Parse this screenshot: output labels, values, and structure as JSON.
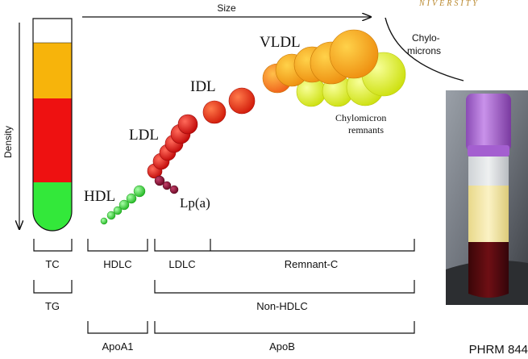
{
  "axes": {
    "size_label": "Size",
    "density_label": "Density"
  },
  "tube": {
    "segments": [
      {
        "name": "top-empty",
        "color": "#ffffff"
      },
      {
        "name": "orange-band",
        "color": "#f7b40b"
      },
      {
        "name": "red-band",
        "color": "#ee1111"
      },
      {
        "name": "green-band",
        "color": "#33e83a"
      }
    ]
  },
  "particles": {
    "hdl": {
      "label": "HDL",
      "color": "#3ad23a"
    },
    "lpa": {
      "label": "Lp(a)",
      "color": "#8e1034"
    },
    "ldl": {
      "label": "LDL",
      "color": "#e01010"
    },
    "idl": {
      "label": "IDL",
      "color": "#ea3010"
    },
    "vldl": {
      "label": "VLDL",
      "color": "#f4a81a"
    },
    "chylomicron_remnants": {
      "label_line1": "Chylomicron",
      "label_line2": "remnants",
      "color": "#e4f522"
    },
    "chylomicrons": {
      "label_line1": "Chylo-",
      "label_line2": "microns"
    }
  },
  "brackets": {
    "tc": "TC",
    "tg": "TG",
    "hdlc": "HDLC",
    "ldlc": "LDLC",
    "remnant_c": "Remnant-C",
    "non_hdlc": "Non-HDLC",
    "apoa1": "ApoA1",
    "apob": "ApoB"
  },
  "footer": {
    "course": "PHRM 844",
    "university": "NIVERSITY"
  },
  "photo_colors": {
    "cap": "#b374d6",
    "plasma": "#f7eab0",
    "cells": "#5a0b10"
  }
}
